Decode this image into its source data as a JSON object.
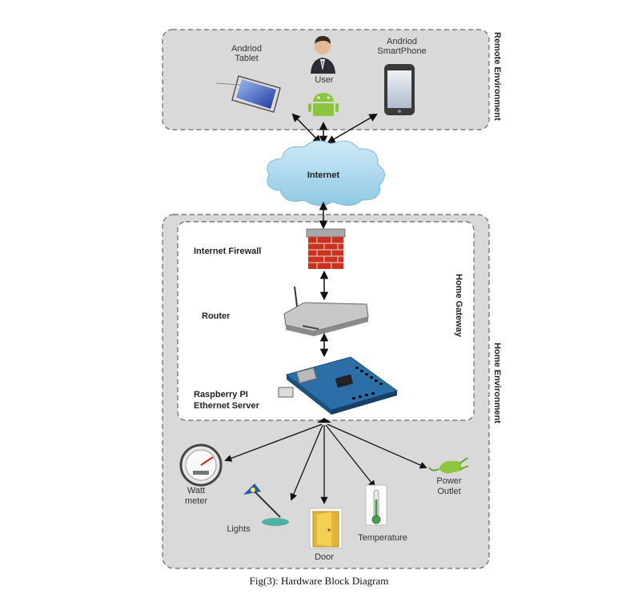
{
  "remote": {
    "title": "Remote Environment",
    "tablet_line1": "Andriod",
    "tablet_line2": "Tablet",
    "user": "User",
    "phone_line1": "Andriod",
    "phone_line2": "SmartPhone"
  },
  "internet": "Internet",
  "home": {
    "title": "Home Environment",
    "gateway_title": "Home Gateway",
    "firewall": "Internet Firewall",
    "router": "Router",
    "server_line1": "Raspberry PI",
    "server_line2": "Ethernet Server"
  },
  "devices": {
    "wattmeter_line1": "Watt",
    "wattmeter_line2": "meter",
    "lights": "Lights",
    "door": "Door",
    "temperature": "Temperature",
    "outlet_line1": "Power",
    "outlet_line2": "Outlet"
  },
  "caption": "Fig(3): Hardware Block Diagram",
  "colors": {
    "panel_fill": "#d9d9d9",
    "panel_border": "#666666",
    "cloud": "#a9d8ee",
    "brick": "#c8321e",
    "android_green": "#8cc63f"
  }
}
